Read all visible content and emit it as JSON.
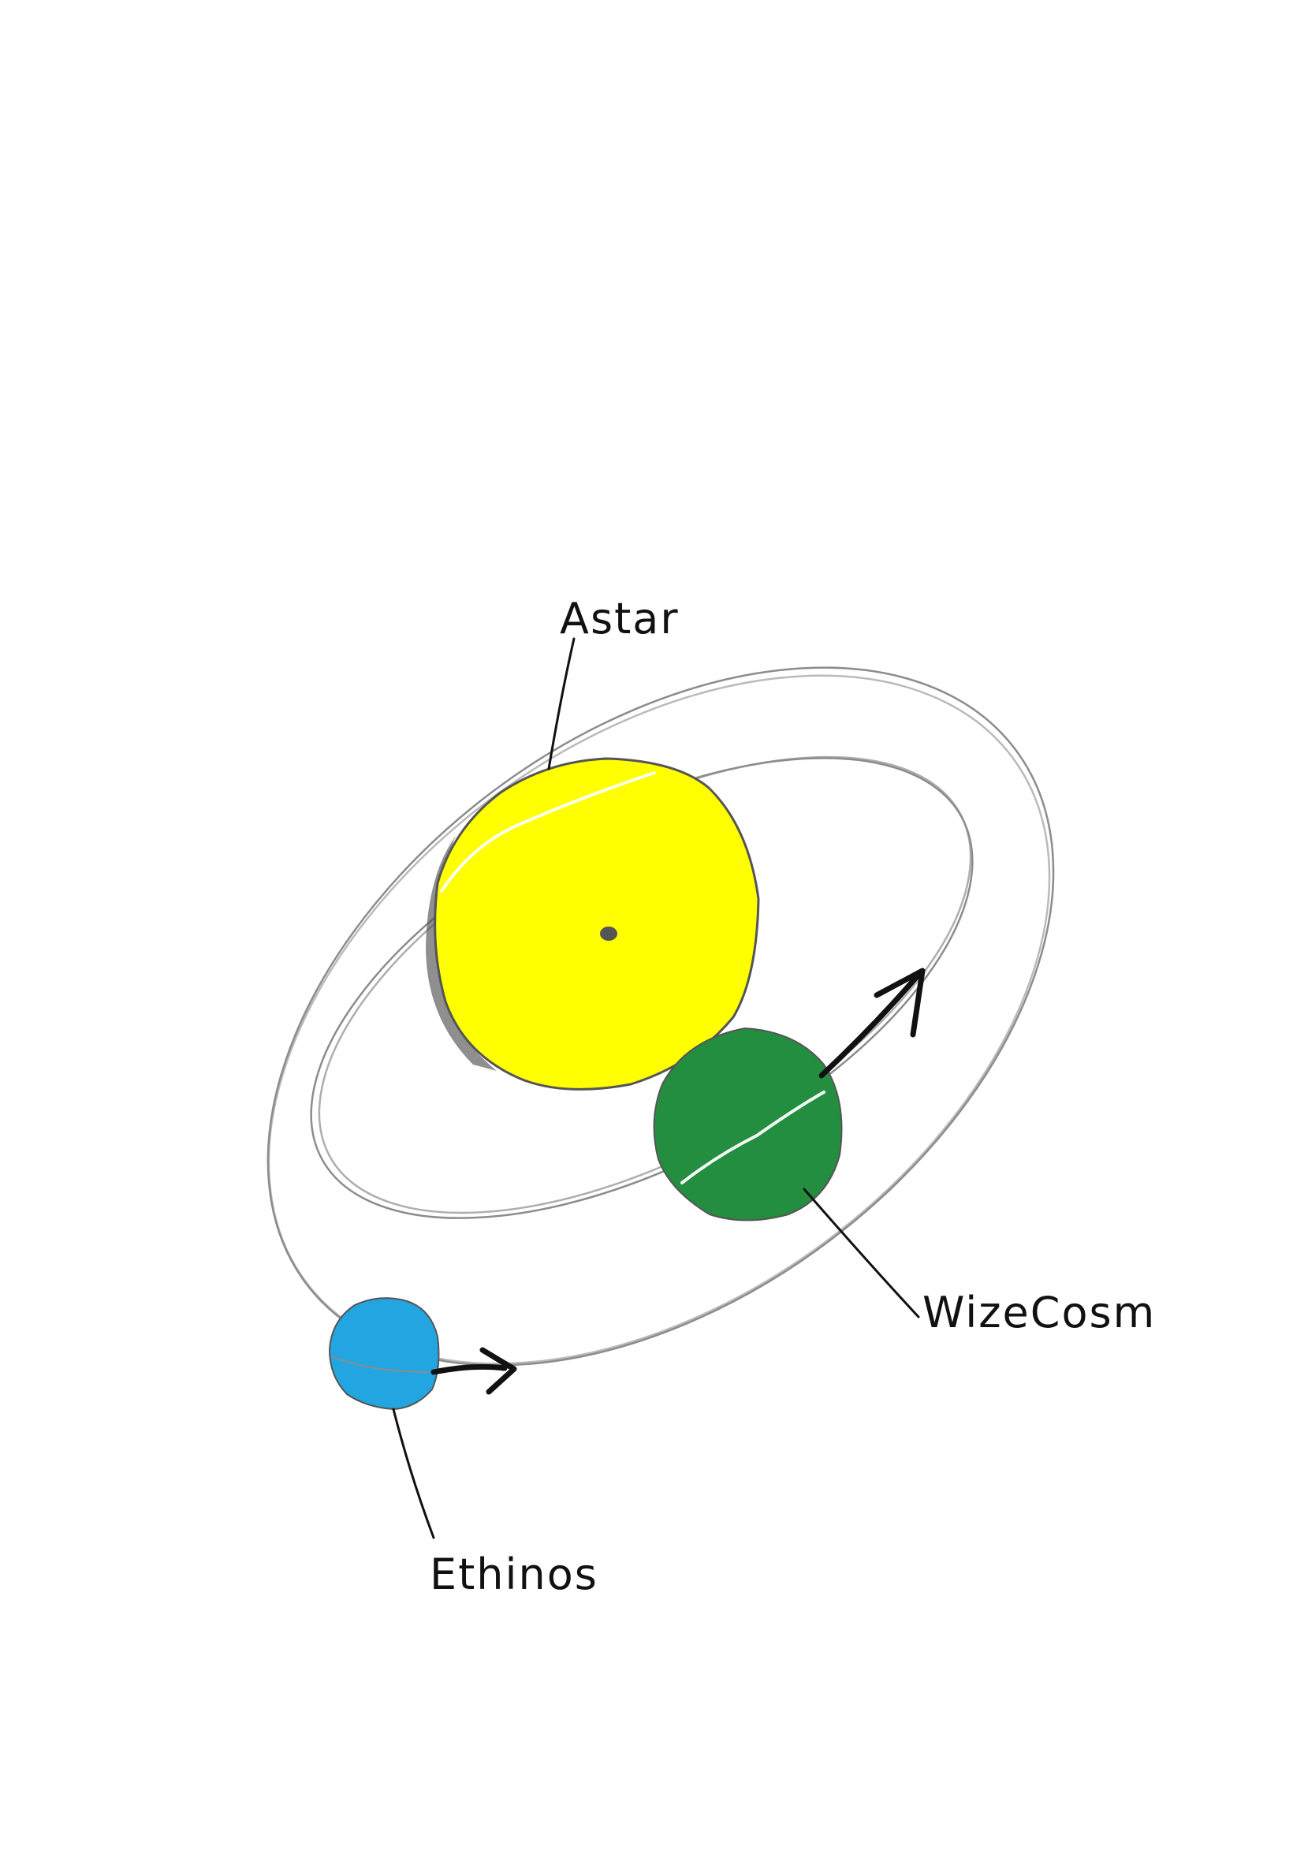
{
  "bodies": [
    {
      "id": "astar",
      "label": "Astar",
      "color": "#ffff00"
    },
    {
      "id": "wizecosm",
      "label": "WizeCosm",
      "color": "#238e3f"
    },
    {
      "id": "ethinos",
      "label": "Ethinos",
      "color": "#22a5e0"
    }
  ],
  "colors": {
    "background": "#ffffff",
    "orbit": "#8c8c8c",
    "ink": "#111111"
  }
}
